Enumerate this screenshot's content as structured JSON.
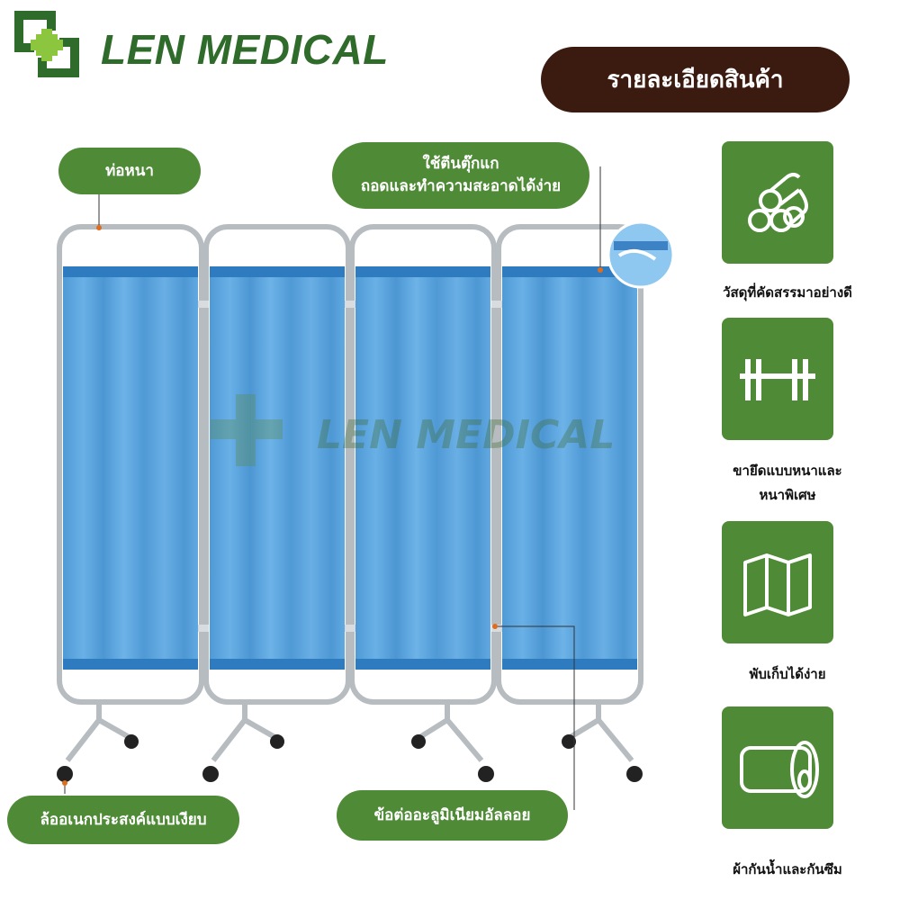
{
  "brand": {
    "name": "LEN MEDICAL",
    "watermark": "LEN MEDICAL"
  },
  "header": {
    "section_title": "รายละเอียดสินค้า"
  },
  "callouts": {
    "thick_pipe": "ท่อหนา",
    "velcro_line1": "ใช้ตีนตุ๊กแก",
    "velcro_line2": "ถอดและทำความสะอาดได้ง่าย",
    "wheels": "ล้ออเนกประสงค์แบบเงียบ",
    "joint": "ข้อต่ออะลูมิเนียมอัลลอย"
  },
  "features": [
    {
      "icon": "pipes-icon",
      "label": "วัสดุที่คัดสรรมาอย่างดี"
    },
    {
      "icon": "fence-legs-icon",
      "label_line1": "ขายึดแบบหนาและ",
      "label_line2": "หนาพิเศษ"
    },
    {
      "icon": "folding-screen-icon",
      "label": "พับเก็บได้ง่าย"
    },
    {
      "icon": "fabric-roll-icon",
      "label": "ผ้ากันน้ำและกันซึม"
    }
  ],
  "colors": {
    "brand_green": "#2f6b2a",
    "pill_green": "#4f8a36",
    "header_brown": "#3b1a0f",
    "curtain_blue": "#5aa4dd"
  }
}
